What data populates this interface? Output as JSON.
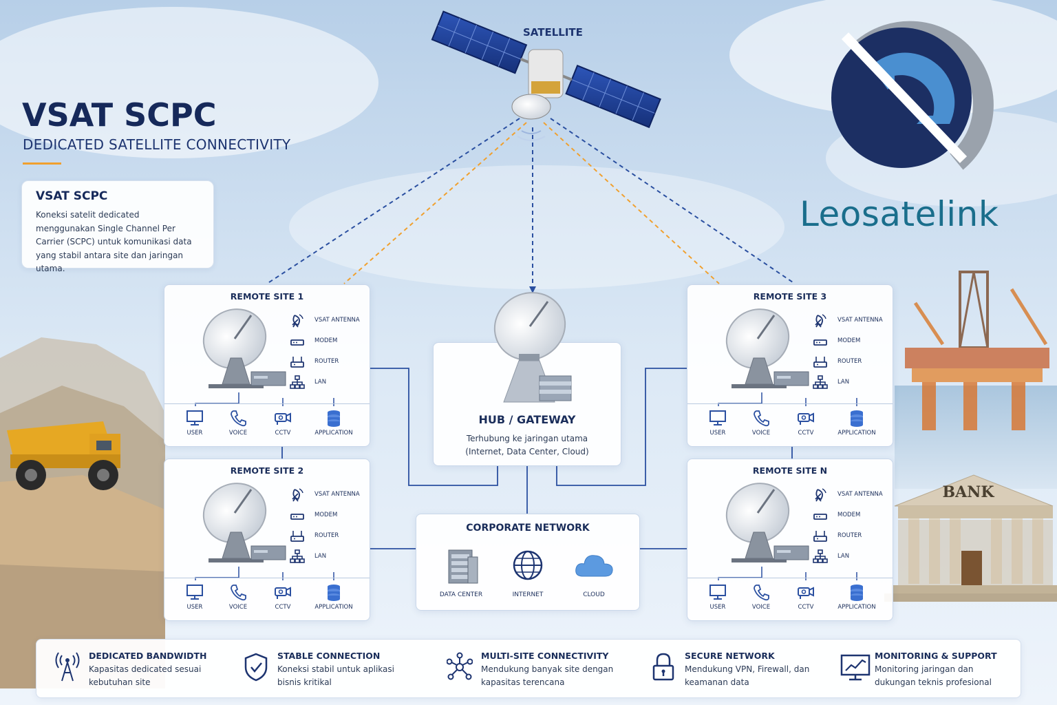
{
  "header": {
    "title": "VSAT SCPC",
    "subtitle": "DEDICATED SATELLITE CONNECTIVITY"
  },
  "info_card": {
    "title": "VSAT SCPC",
    "body": "Koneksi satelit dedicated menggunakan Single Channel Per Carrier (SCPC) untuk komunikasi data yang stabil antara site dan jaringan utama."
  },
  "brand": {
    "name": "Leosatelink",
    "color": "#1a6e8c"
  },
  "satellite": {
    "label": "SATELLITE"
  },
  "equipment": [
    "VSAT ANTENNA",
    "MODEM",
    "ROUTER",
    "LAN"
  ],
  "terminals": [
    "USER",
    "VOICE",
    "CCTV",
    "APPLICATION"
  ],
  "sites": [
    {
      "title": "REMOTE SITE 1"
    },
    {
      "title": "REMOTE SITE 2"
    },
    {
      "title": "REMOTE SITE 3"
    },
    {
      "title": "REMOTE SITE N"
    }
  ],
  "hub": {
    "title": "HUB / GATEWAY",
    "desc_line1": "Terhubung ke jaringan utama",
    "desc_line2": "(Internet, Data Center, Cloud)"
  },
  "corporate": {
    "title": "CORPORATE NETWORK",
    "items": [
      "DATA CENTER",
      "INTERNET",
      "CLOUD"
    ]
  },
  "scenery": {
    "bank_sign": "BANK"
  },
  "features": [
    {
      "title": "DEDICATED BANDWIDTH",
      "desc": "Kapasitas dedicated sesuai kebutuhan site",
      "icon": "antenna-icon"
    },
    {
      "title": "STABLE CONNECTION",
      "desc": "Koneksi stabil untuk aplikasi bisnis kritikal",
      "icon": "shield-check-icon"
    },
    {
      "title": "MULTI-SITE CONNECTIVITY",
      "desc": "Mendukung banyak site dengan kapasitas terencana",
      "icon": "network-nodes-icon"
    },
    {
      "title": "SECURE NETWORK",
      "desc": "Mendukung VPN, Firewall, dan keamanan data",
      "icon": "lock-icon"
    },
    {
      "title": "MONITORING & SUPPORT",
      "desc": "Monitoring jaringan dan dukungan teknis profesional",
      "icon": "monitor-chart-icon"
    }
  ],
  "colors": {
    "navy": "#16295a",
    "accent_orange": "#f0a02e",
    "link_blue": "#2a4fa0"
  }
}
